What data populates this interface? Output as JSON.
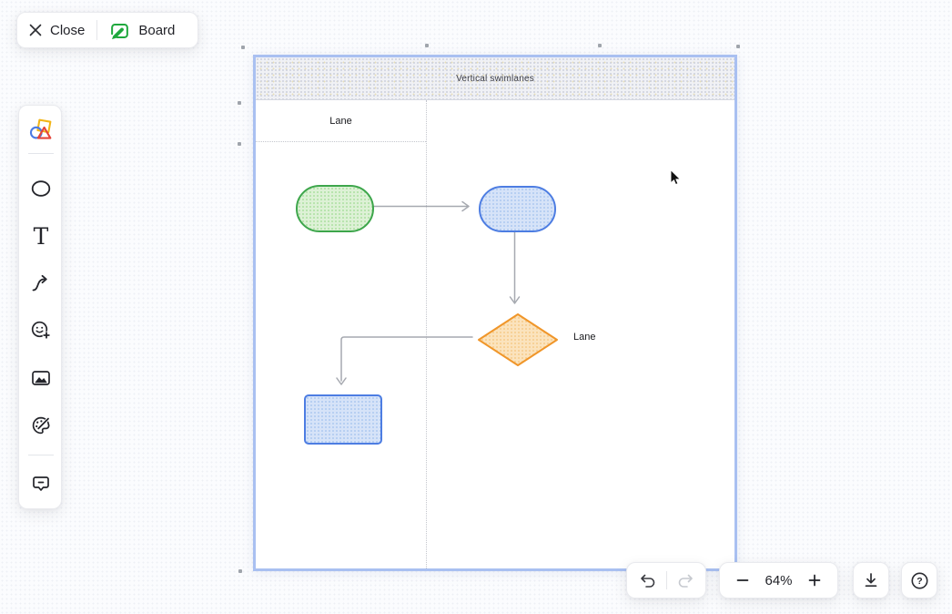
{
  "topbar": {
    "close_label": "Close",
    "board_label": "Board"
  },
  "sidebar": {
    "tools": [
      "shape-templates",
      "ellipse",
      "text",
      "connector",
      "emoji",
      "image",
      "draw",
      "comment"
    ],
    "text_tool_glyph": "T"
  },
  "board": {
    "frame_title": "Vertical swimlanes",
    "lane_header_label": "Lane",
    "floating_lane_label": "Lane"
  },
  "controls": {
    "zoom_value": "64%",
    "help_glyph": "?"
  },
  "theme": {
    "selection": "#a9c0f1",
    "green_border": "#3da64b",
    "green_fill": "#ddf1d6",
    "blue_border": "#4d7de2",
    "blue_fill": "#d6e3f8",
    "orange_border": "#f0962a",
    "orange_fill": "#fbe3bd",
    "connector": "#a6a9b0"
  }
}
